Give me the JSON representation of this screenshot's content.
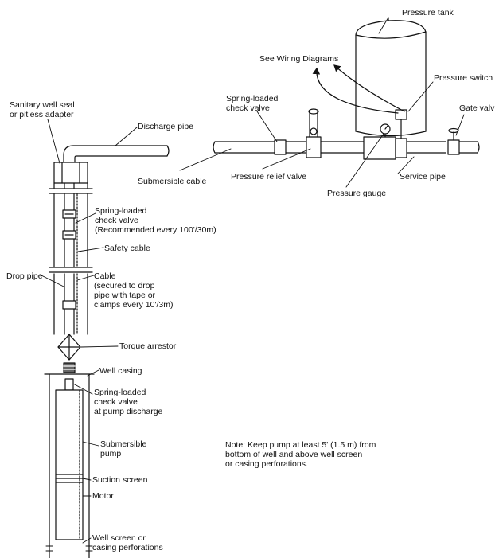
{
  "labels": {
    "pressure_tank": "Pressure tank",
    "see_wiring": "See Wiring Diagrams",
    "pressure_switch": "Pressure switch",
    "spring_check_top": "Spring-loaded\ncheck valve",
    "gate_valve": "Gate valv",
    "sanitary_seal": "Sanitary well seal\nor pitless adapter",
    "discharge_pipe": "Discharge pipe",
    "submersible_cable": "Submersible cable",
    "pressure_relief": "Pressure relief valve",
    "service_pipe": "Service pipe",
    "pressure_gauge": "Pressure gauge",
    "spring_check_mid": "Spring-loaded\ncheck valve\n(Recommended every 100'/30m)",
    "safety_cable": "Safety cable",
    "drop_pipe": "Drop pipe",
    "cable": "Cable\n(secured to drop\npipe with tape or\nclamps every 10'/3m)",
    "torque_arrestor": "Torque arrestor",
    "well_casing": "Well casing",
    "spring_check_pump": "Spring-loaded\ncheck valve\nat pump discharge",
    "submersible_pump": "Submersible\npump",
    "suction_screen": "Suction screen",
    "motor": "Motor",
    "well_screen": "Well screen or\ncasing perforations",
    "note": "Note: Keep pump at least 5' (1.5 m) from\nbottom of well and above well screen\nor casing perforations."
  }
}
